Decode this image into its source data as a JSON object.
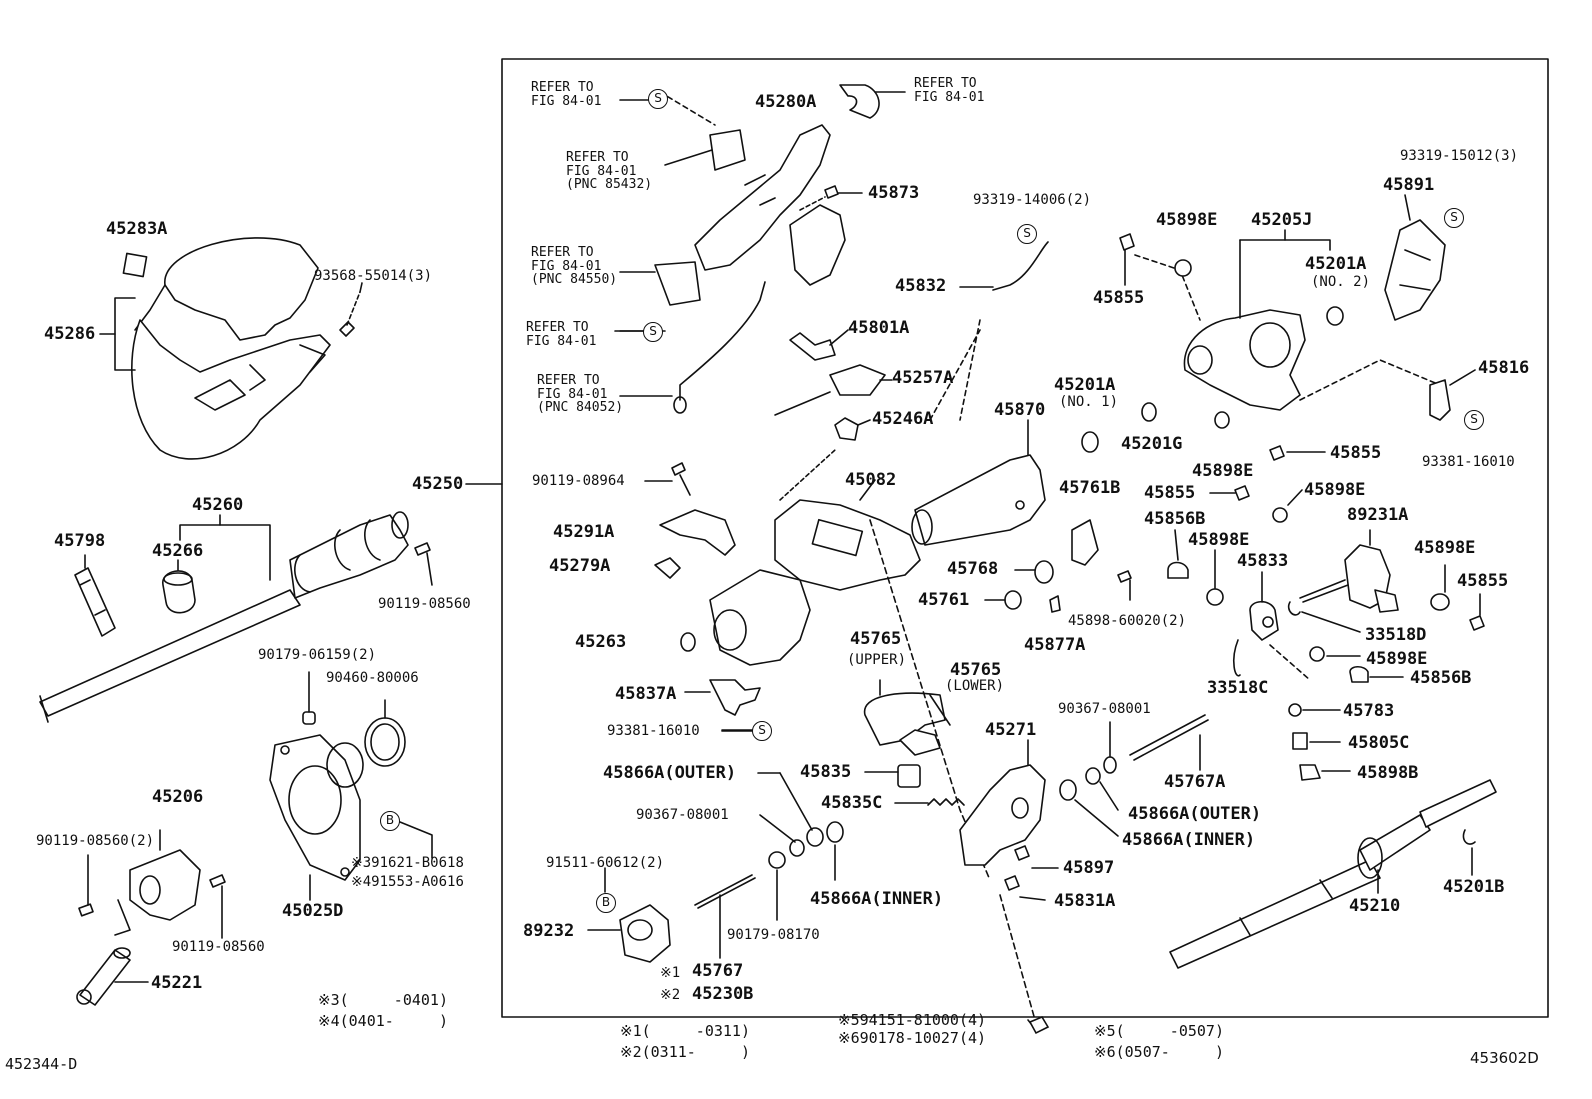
{
  "diagram": {
    "footer_left_code": "452344-D",
    "footer_right_code": "453602D",
    "symbols": {
      "s": "S",
      "b": "B"
    },
    "refer_notes": {
      "r1": [
        "REFER TO",
        "FIG 84-01"
      ],
      "r2": [
        "REFER TO",
        "FIG 84-01"
      ],
      "r3": [
        "REFER TO",
        "FIG 84-01",
        "(PNC 85432)"
      ],
      "r4": [
        "REFER TO",
        "FIG 84-01",
        "(PNC 84550)"
      ],
      "r5": [
        "REFER TO",
        "FIG 84-01"
      ],
      "r6": [
        "REFER TO",
        "FIG 84-01",
        "(PNC 84052)"
      ]
    },
    "parts": {
      "p45283A": "45283A",
      "p93568": "93568-55014(3)",
      "p45286": "45286",
      "p45250": "45250",
      "p45260": "45260",
      "p45798": "45798",
      "p45266": "45266",
      "p90119a": "90119-08560",
      "p90179": "90179-06159(2)",
      "p90460": "90460-80006",
      "p45206": "45206",
      "p90119b": "90119-08560(2)",
      "p90119c": "90119-08560",
      "p45025D": "45025D",
      "p391621": "※391621-B0618",
      "p491553": "※491553-A0616",
      "p45221": "45221",
      "p45280A": "45280A",
      "p45873": "45873",
      "p45801A": "45801A",
      "p45257A": "45257A",
      "p45246A": "45246A",
      "p90119d": "90119-08964",
      "p45082": "45082",
      "p45291A": "45291A",
      "p45279A": "45279A",
      "p45263": "45263",
      "p45837A": "45837A",
      "p93381a": "93381-16010",
      "p45866A_outer1": "45866A(OUTER)",
      "p90367a": "90367-08001",
      "p91511": "91511-60612(2)",
      "p89232": "89232",
      "p45767": "45767",
      "p45230B": "45230B",
      "p90179b": "90179-08170",
      "p45866A_inner1": "45866A(INNER)",
      "p45835": "45835",
      "p45835C": "45835C",
      "p45765u": "45765",
      "p45765u_note": "(UPPER)",
      "p45765l": "45765",
      "p45765l_note": "(LOWER)",
      "p45832": "45832",
      "p93319a": "93319-14006(2)",
      "p45870": "45870",
      "p45201A1": "45201A",
      "p45201A1_note": "(NO. 1)",
      "p45201G": "45201G",
      "p45761B": "45761B",
      "p45768": "45768",
      "p45761": "45761",
      "p45877A": "45877A",
      "p45898_60020": "45898-60020(2)",
      "p45271": "45271",
      "p90367b": "90367-08001",
      "p45767A": "45767A",
      "p45866A_outer2": "45866A(OUTER)",
      "p45866A_inner2": "45866A(INNER)",
      "p45897": "45897",
      "p45831A": "45831A",
      "p45898E_a": "45898E",
      "p45855_a": "45855",
      "p45205J": "45205J",
      "p45201A2": "45201A",
      "p45201A2_note": "(NO. 2)",
      "p93319b": "93319-15012(3)",
      "p45891": "45891",
      "p45816": "45816",
      "p93381b": "93381-16010",
      "p45898E_b": "45898E",
      "p45855_b": "45855",
      "p45855_c": "45855",
      "p45898E_c": "45898E",
      "p45856B_a": "45856B",
      "p89231A": "89231A",
      "p45898E_d": "45898E",
      "p45833": "45833",
      "p45898E_e": "45898E",
      "p45855_d": "45855",
      "p33518D": "33518D",
      "p33518C": "33518C",
      "p45898E_f": "45898E",
      "p45856B_b": "45856B",
      "p45783": "45783",
      "p45805C": "45805C",
      "p45898B": "45898B",
      "p45210": "45210",
      "p45201B": "45201B"
    },
    "footnotes": {
      "n3": "※3(     -0401)",
      "n4": "※4(0401-     )",
      "n1": "※1(     -0311)",
      "n2": "※2(0311-     )",
      "n5a": "※594151-81000(4)",
      "n6a": "※690178-10027(4)",
      "n5": "※5(     -0507)",
      "n6": "※6(0507-     )",
      "m1": "※1",
      "m2": "※2"
    }
  }
}
